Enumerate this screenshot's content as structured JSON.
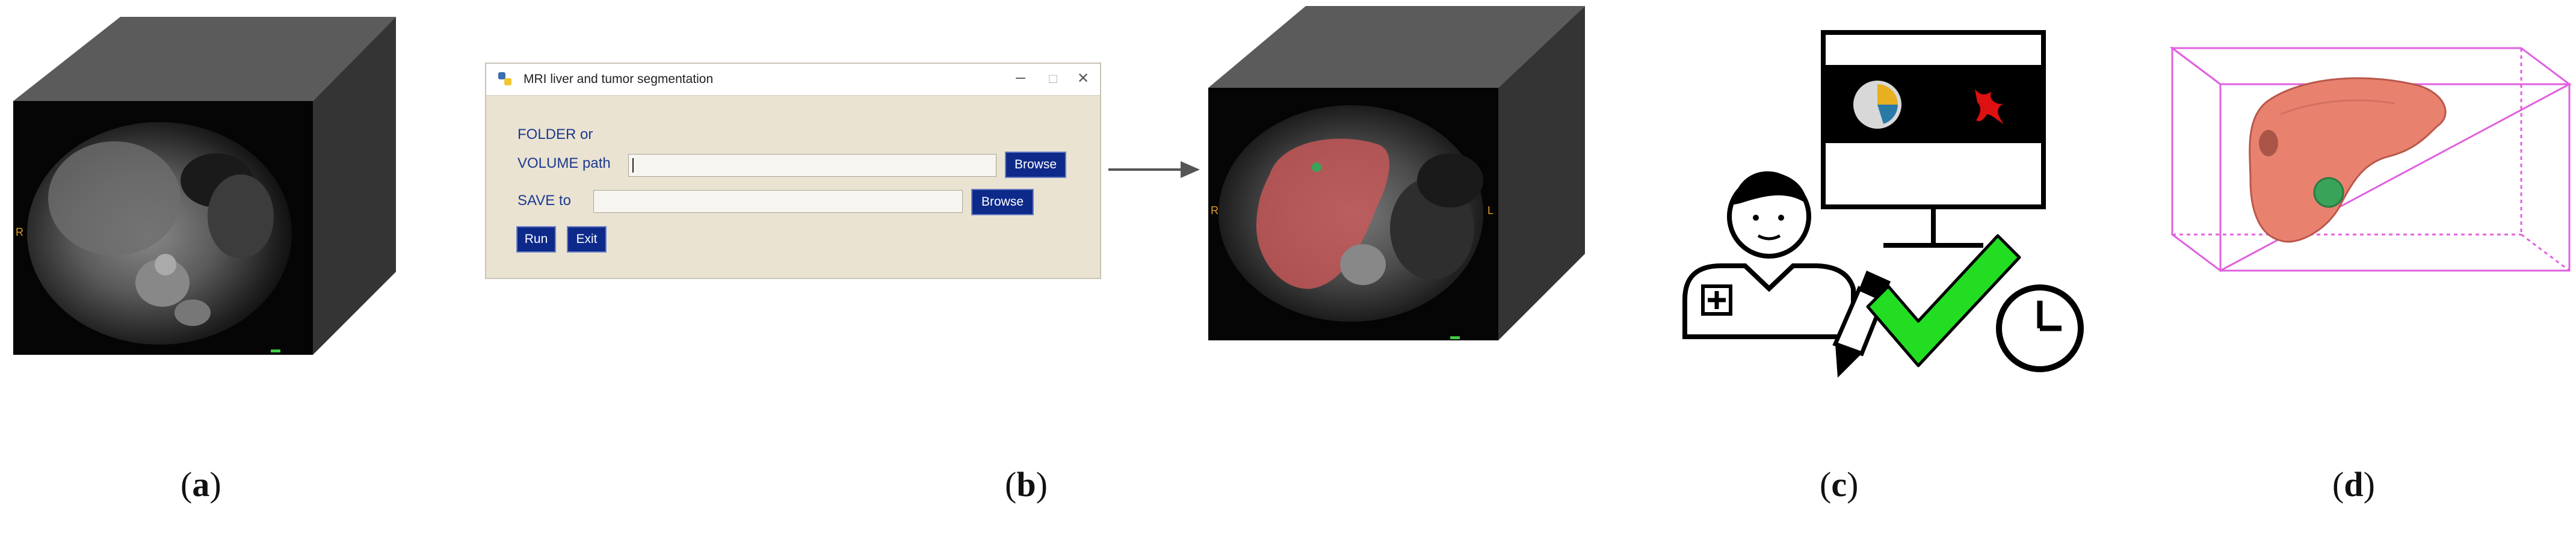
{
  "panels": {
    "a": {
      "caption_open": "(",
      "caption_letter": "a",
      "caption_close": ")"
    },
    "b": {
      "caption_open": "(",
      "caption_letter": "b",
      "caption_close": ")"
    },
    "c": {
      "caption_open": "(",
      "caption_letter": "c",
      "caption_close": ")"
    },
    "d": {
      "caption_open": "(",
      "caption_letter": "d",
      "caption_close": ")"
    }
  },
  "window": {
    "title": "MRI liver and tumor segmentation",
    "minimize": "–",
    "maximize": "□",
    "close": "✕",
    "folder_label": "FOLDER or",
    "volume_label": "VOLUME path",
    "save_label": "SAVE to",
    "volume_value": "",
    "save_value": "",
    "browse_label": "Browse",
    "run_label": "Run",
    "exit_label": "Exit"
  },
  "colors": {
    "cube_top": "#5a5a5a",
    "cube_side": "#333333",
    "liver_overlay": "#c8585a",
    "mesh_color": "#e8826f",
    "tumor_color": "#3aa35a",
    "bbox_color": "#e060e0",
    "check_green": "#22dd22",
    "button_blue": "#0d2a8a"
  },
  "icons": {
    "doctor": "doctor-icon",
    "monitor": "monitor-icon",
    "pencil": "pencil-icon",
    "checkmark": "checkmark-icon",
    "clock": "clock-icon",
    "arrow": "arrow-right-icon"
  }
}
